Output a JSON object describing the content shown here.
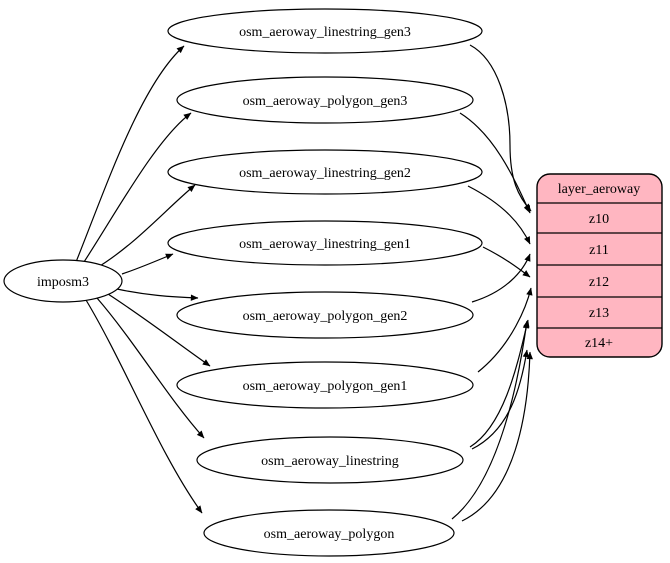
{
  "diagram": {
    "kind": "etl-graph",
    "background_color": "#ffffff",
    "node_stroke_color": "#000000",
    "source_node": {
      "label": "imposm3"
    },
    "table_nodes": [
      {
        "label": "osm_aeroway_linestring_gen3"
      },
      {
        "label": "osm_aeroway_polygon_gen3"
      },
      {
        "label": "osm_aeroway_linestring_gen2"
      },
      {
        "label": "osm_aeroway_linestring_gen1"
      },
      {
        "label": "osm_aeroway_polygon_gen2"
      },
      {
        "label": "osm_aeroway_polygon_gen1"
      },
      {
        "label": "osm_aeroway_linestring"
      },
      {
        "label": "osm_aeroway_polygon"
      }
    ],
    "layer_node": {
      "title": "layer_aeroway",
      "fill_color": "#ffb6c1",
      "border_color": "#000000",
      "rows": [
        {
          "label": "z10"
        },
        {
          "label": "z11"
        },
        {
          "label": "z12"
        },
        {
          "label": "z13"
        },
        {
          "label": "z14+"
        }
      ]
    },
    "edges": [
      {
        "from": "imposm3",
        "to": "osm_aeroway_linestring_gen3"
      },
      {
        "from": "imposm3",
        "to": "osm_aeroway_polygon_gen3"
      },
      {
        "from": "imposm3",
        "to": "osm_aeroway_linestring_gen2"
      },
      {
        "from": "imposm3",
        "to": "osm_aeroway_linestring_gen1"
      },
      {
        "from": "imposm3",
        "to": "osm_aeroway_polygon_gen2"
      },
      {
        "from": "imposm3",
        "to": "osm_aeroway_polygon_gen1"
      },
      {
        "from": "imposm3",
        "to": "osm_aeroway_linestring"
      },
      {
        "from": "imposm3",
        "to": "osm_aeroway_polygon"
      },
      {
        "from": "osm_aeroway_linestring_gen3",
        "to": "layer_aeroway:z10"
      },
      {
        "from": "osm_aeroway_polygon_gen3",
        "to": "layer_aeroway:z10"
      },
      {
        "from": "osm_aeroway_linestring_gen2",
        "to": "layer_aeroway:z11"
      },
      {
        "from": "osm_aeroway_polygon_gen2",
        "to": "layer_aeroway:z11"
      },
      {
        "from": "osm_aeroway_linestring_gen1",
        "to": "layer_aeroway:z12"
      },
      {
        "from": "osm_aeroway_polygon_gen1",
        "to": "layer_aeroway:z12"
      },
      {
        "from": "osm_aeroway_linestring",
        "to": "layer_aeroway:z13"
      },
      {
        "from": "osm_aeroway_linestring",
        "to": "layer_aeroway:z14+"
      },
      {
        "from": "osm_aeroway_polygon",
        "to": "layer_aeroway:z13"
      },
      {
        "from": "osm_aeroway_polygon",
        "to": "layer_aeroway:z14+"
      }
    ]
  }
}
